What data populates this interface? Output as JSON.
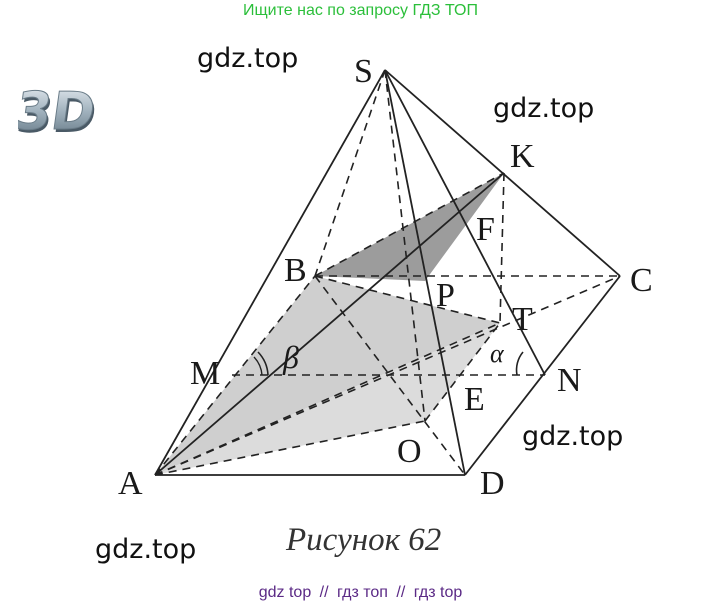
{
  "banner": "Ищите нас по запросу ГДЗ ТОП",
  "watermarks": [
    "gdz.top",
    "gdz.top",
    "gdz.top",
    "gdz.top"
  ],
  "logo_text": "3D",
  "points": {
    "S": "S",
    "K": "K",
    "F": "F",
    "B": "B",
    "C": "C",
    "P": "P",
    "T": "T",
    "M": "M",
    "N": "N",
    "E": "E",
    "O": "O",
    "A": "A",
    "D": "D"
  },
  "angles": {
    "beta": "β",
    "alpha": "α"
  },
  "caption": "Рисунок 62",
  "footer": {
    "link1": "gdz top",
    "sep": "//",
    "link2": "гдз топ",
    "link3": "гдз top"
  },
  "colors": {
    "banner": "#2bbf3a",
    "footer": "#5b2a86",
    "shade_light": "#cfcfcf",
    "shade_dark": "#9c9c9c"
  }
}
